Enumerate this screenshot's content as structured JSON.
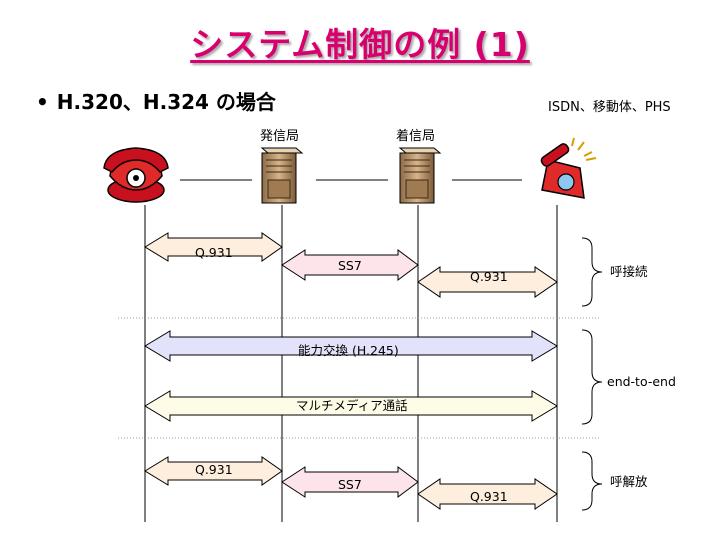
{
  "title": "システム制御の例 (1)",
  "bullet": "H.320、H.324 の場合",
  "network_note": "ISDN、移動体、PHS",
  "node_labels": {
    "origin": "発信局",
    "dest": "着信局"
  },
  "messages": {
    "q931_setup": "Q.931",
    "ss7_setup": "SS7",
    "q931_setup_dest": "Q.931",
    "capability": "能力交換 (H.245)",
    "multimedia": "マルチメディア通話",
    "q931_release": "Q.931",
    "ss7_release": "SS7",
    "q931_release_dest": "Q.931"
  },
  "phases": {
    "connect": "呼接続",
    "end_to_end": "end-to-end",
    "release": "呼解放"
  },
  "colors": {
    "title": "#d8006e",
    "q931_fill": "#fdeedd",
    "ss7_fill": "#fde4ea",
    "capability_fill": "#e2e2fb",
    "multimedia_fill": "#fefce6"
  },
  "icons": [
    "telephone-icon",
    "switch-server-icon",
    "switch-server-icon",
    "ringing-telephone-icon"
  ]
}
